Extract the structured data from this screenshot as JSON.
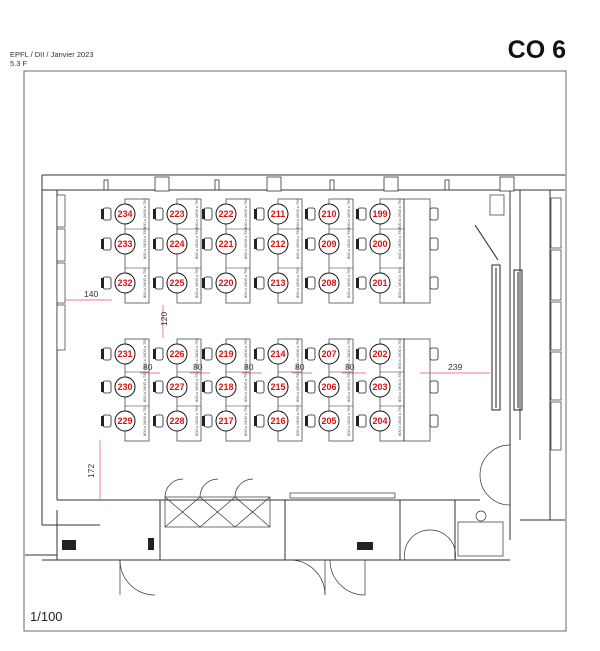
{
  "header": {
    "line1": "EPFL / DII / Janvier 2023",
    "line2": "5.3 F",
    "title": "CO 6"
  },
  "scale": "1/100",
  "dimensions": {
    "d140": "140",
    "d120": "120",
    "d239": "239",
    "d172": "172",
    "d80": "80"
  },
  "seats": {
    "top": [
      [
        "234",
        "233",
        "232"
      ],
      [
        "223",
        "224",
        "225"
      ],
      [
        "222",
        "221",
        "220"
      ],
      [
        "211",
        "212",
        "213"
      ],
      [
        "210",
        "209",
        "208"
      ],
      [
        "199",
        "200",
        "201"
      ]
    ],
    "bottom": [
      [
        "231",
        "230",
        "229"
      ],
      [
        "226",
        "227",
        "228"
      ],
      [
        "219",
        "218",
        "217"
      ],
      [
        "214",
        "215",
        "216"
      ],
      [
        "207",
        "206",
        "205"
      ],
      [
        "202",
        "203",
        "204"
      ]
    ]
  },
  "desk_tags": {
    "standard": "800 x 1600 x 750",
    "large": "1100 x 800 x 750",
    "side": "1600 x 400 x 750",
    "cabinet": "700 x 550 x 750"
  }
}
